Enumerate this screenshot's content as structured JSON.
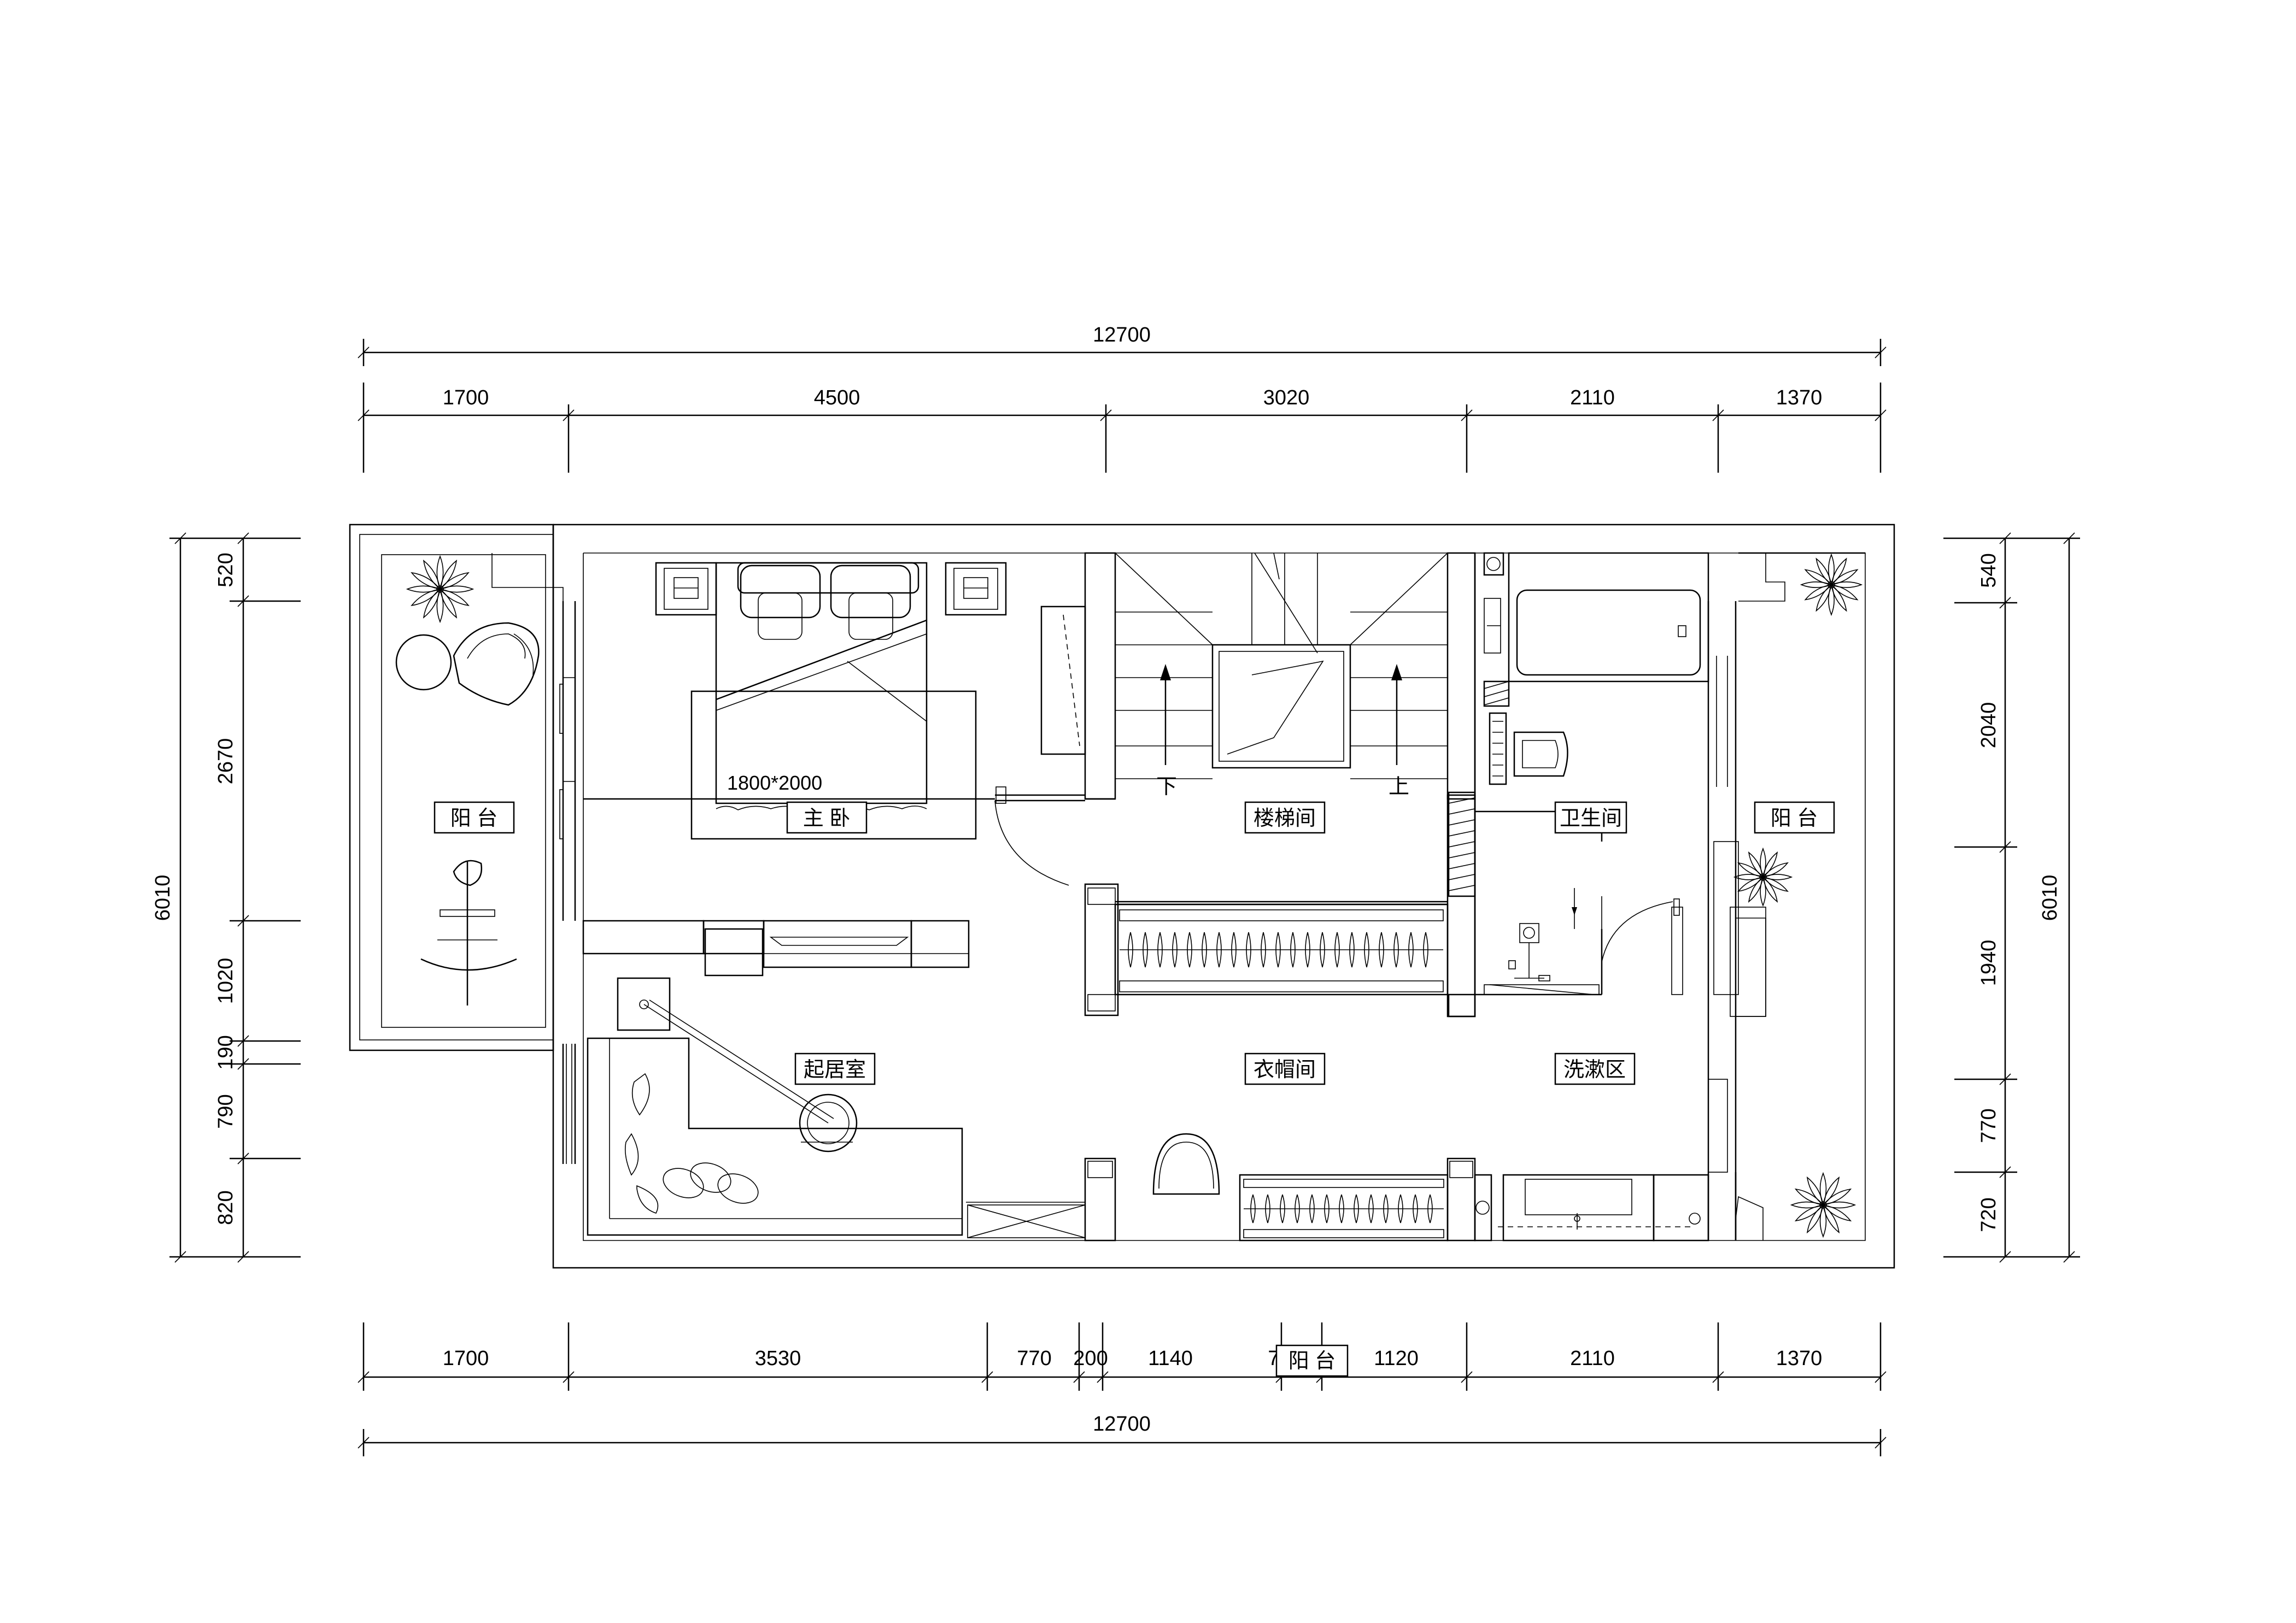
{
  "plan": {
    "dims_top_total": "12700",
    "dims_top": [
      "1700",
      "4500",
      "3020",
      "2110",
      "1370"
    ],
    "dims_bottom": [
      "1700",
      "3530",
      "770",
      "200",
      "1140",
      "7",
      "1120",
      "2110",
      "1370"
    ],
    "dims_bottom_total": "12700",
    "dims_left_total": "6010",
    "dims_left": [
      "520",
      "2670",
      "1020",
      "190",
      "790",
      "820"
    ],
    "dims_right_total": "6010",
    "dims_right": [
      "540",
      "2040",
      "1940",
      "770",
      "720"
    ],
    "rooms": {
      "balcony_left": "阳 台",
      "master_bedroom": "主 卧",
      "stairwell": "楼梯间",
      "bathroom": "卫生间",
      "balcony_right": "阳 台",
      "living_room": "起居室",
      "cloakroom": "衣帽间",
      "washing_area": "洗漱区",
      "balcony_bottom": "阳 台"
    },
    "bed_size": "1800*2000",
    "stair_down": "下",
    "stair_up": "上"
  }
}
